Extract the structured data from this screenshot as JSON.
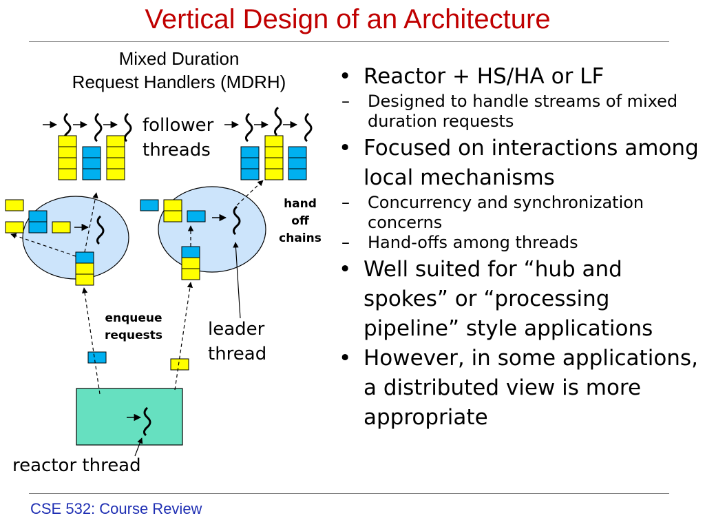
{
  "slide": {
    "title": "Vertical Design of an Architecture",
    "footer": "CSE 532: Course Review"
  },
  "diagram": {
    "caption_line1": "Mixed Duration",
    "caption_line2": "Request Handlers (MDRH)",
    "follower_line1": "follower",
    "follower_line2": "threads",
    "handoff_line1": "hand",
    "handoff_line2": "off",
    "handoff_line3": "chains",
    "enqueue_line1": "enqueue",
    "enqueue_line2": "requests",
    "leader_line1": "leader",
    "leader_line2": "thread",
    "reactor_label": "reactor thread",
    "colors": {
      "yellow_request": "#ffff00",
      "cyan_request": "#00b0f0",
      "thread_pool": "#cce4fb",
      "reactor_box": "#66e0c0"
    }
  },
  "bullets": [
    {
      "text": "Reactor + HS/HA or LF",
      "subs": [
        "Designed to handle streams of mixed duration requests"
      ]
    },
    {
      "text": "Focused on interactions among local mechanisms",
      "subs": [
        "Concurrency and synchronization concerns",
        "Hand-offs among threads"
      ]
    },
    {
      "text": "Well suited for “hub and spokes” or “processing pipeline” style applications",
      "subs": []
    },
    {
      "text": "However, in some applications, a distributed view is more appropriate",
      "subs": []
    }
  ]
}
